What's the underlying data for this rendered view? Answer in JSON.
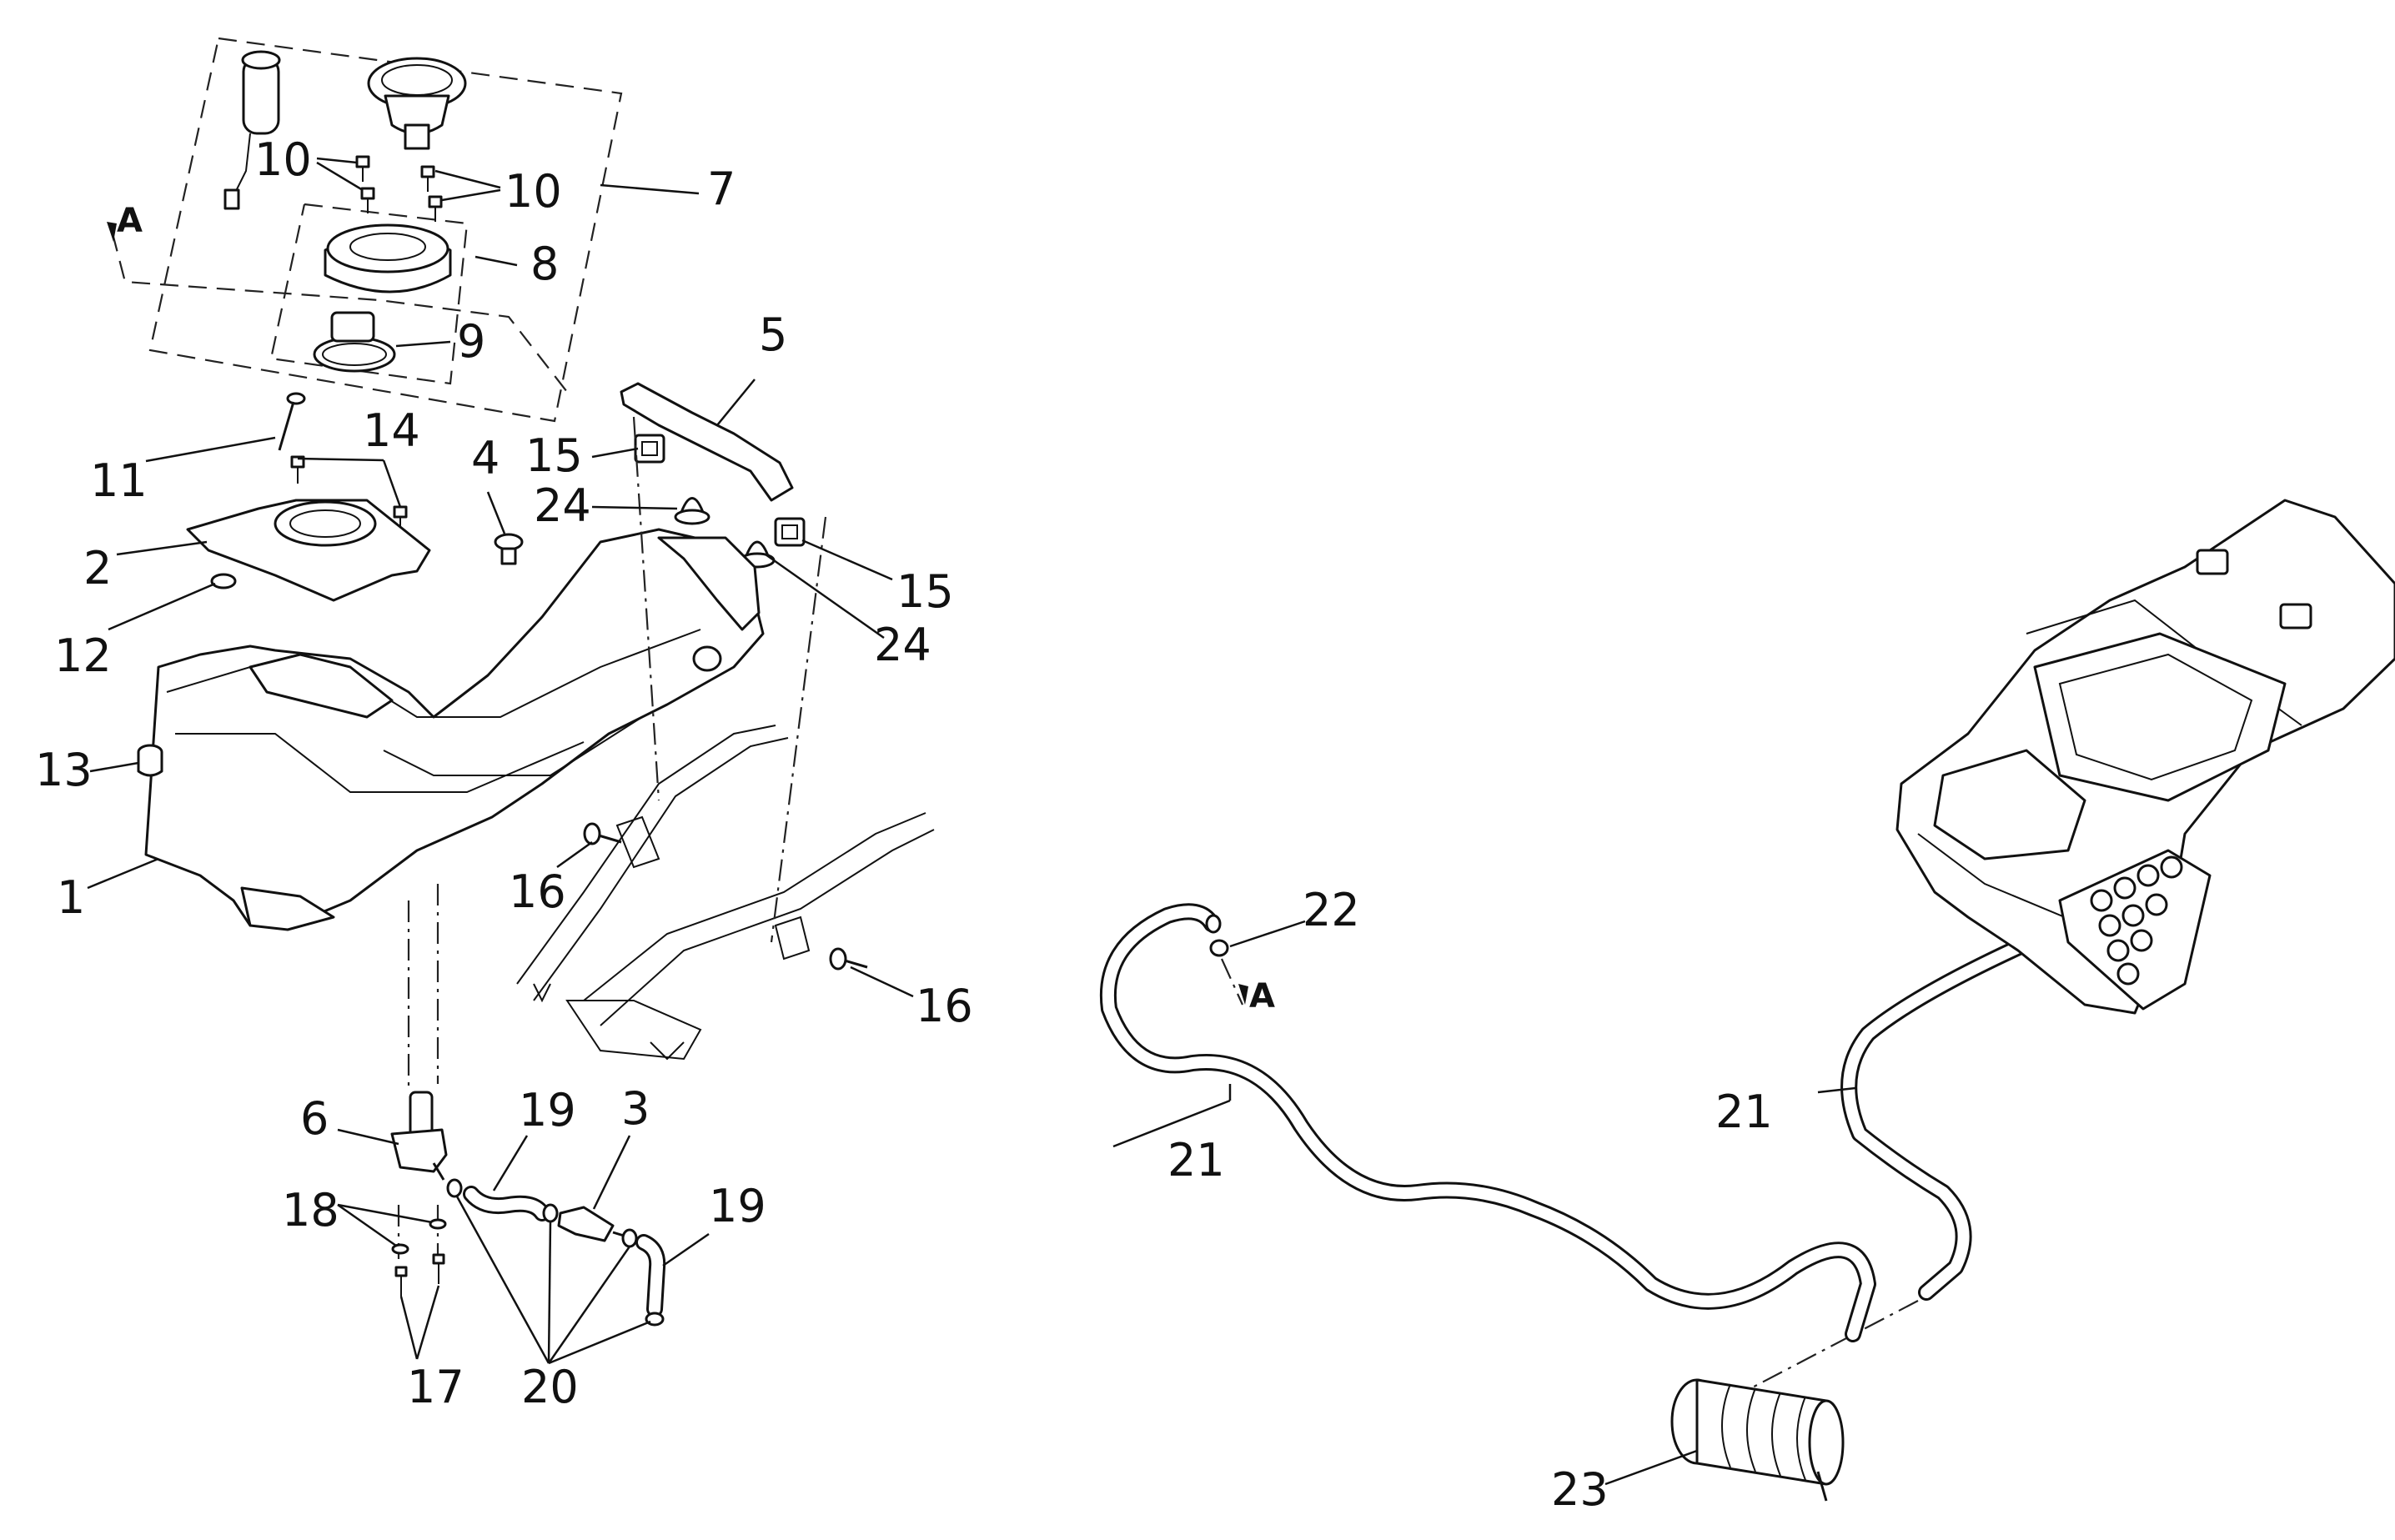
{
  "diagram": {
    "callouts": {
      "c1": "1",
      "c2": "2",
      "c3": "3",
      "c4": "4",
      "c5": "5",
      "c6": "6",
      "c7": "7",
      "c8": "8",
      "c9": "9",
      "c10a": "10",
      "c10b": "10",
      "c11": "11",
      "c12": "12",
      "c13": "13",
      "c14": "14",
      "c15a": "15",
      "c15b": "15",
      "c16a": "16",
      "c16b": "16",
      "c17": "17",
      "c18": "18",
      "c19a": "19",
      "c19b": "19",
      "c20": "20",
      "c21a": "21",
      "c21b": "21",
      "c22": "22",
      "c23": "23",
      "c24a": "24",
      "c24b": "24"
    },
    "refs": {
      "a_top": "A",
      "a_bottom": "A"
    }
  }
}
